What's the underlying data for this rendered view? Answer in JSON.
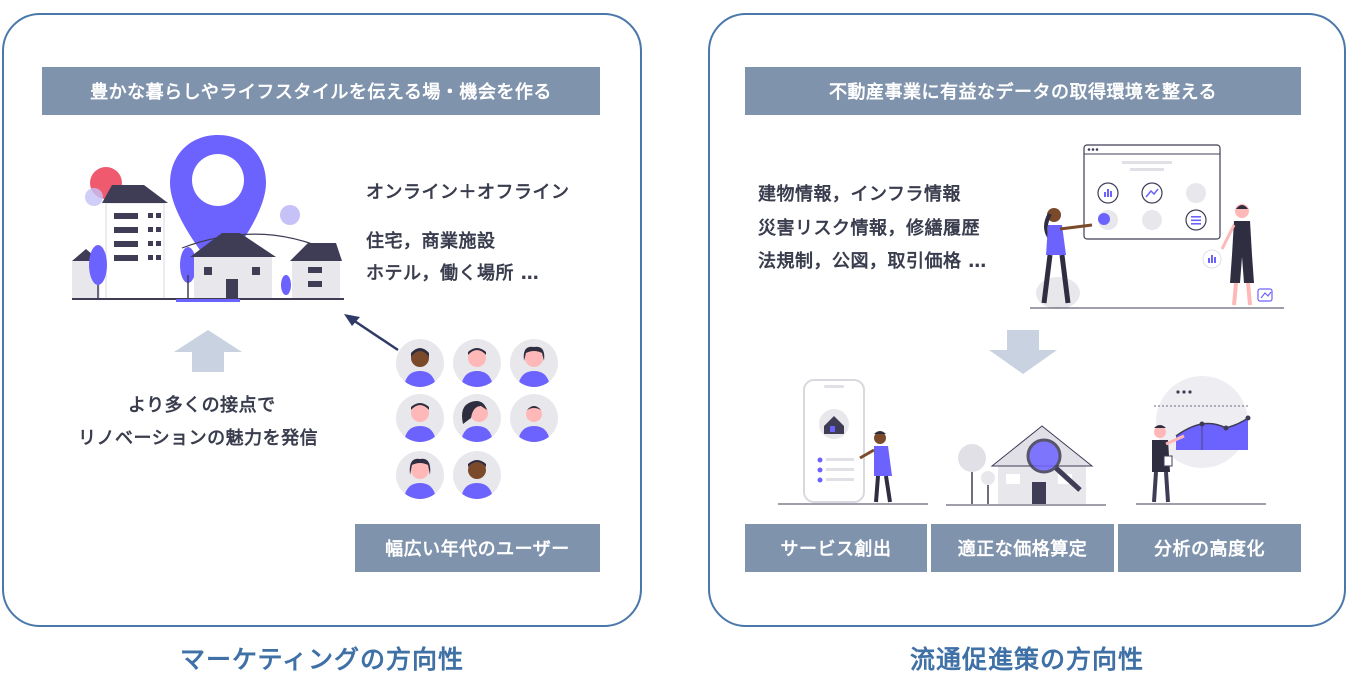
{
  "left": {
    "banner": "豊かな暮らしやライフスタイルを伝える場・機会を作る",
    "channels": "オンライン＋オフライン",
    "places_1": "住宅，商業施設",
    "places_2": "ホテル，働く場所 …",
    "message_1": "より多くの接点で",
    "message_2": "リノベーションの魅力を発信",
    "users_label": "幅広い年代のユーザー",
    "caption": "マーケティングの方向性"
  },
  "right": {
    "banner": "不動産事業に有益なデータの取得環境を整える",
    "data_1": "建物情報，インフラ情報",
    "data_2": "災害リスク情報，修繕履歴",
    "data_3": "法規制，公図，取引価格 …",
    "outcomes": [
      "サービス創出",
      "適正な価格算定",
      "分析の高度化"
    ],
    "caption": "流通促進策の方向性"
  },
  "colors": {
    "border": "#4a78aa",
    "banner": "#8093ad",
    "accent_purple": "#6c63ff",
    "dark": "#3f3d56",
    "caption": "#3f70a6",
    "arrow": "#c9d2e0"
  },
  "icons": [
    "location-pin-icon",
    "city-buildings-icon",
    "up-arrow-icon",
    "diagonal-arrow-icon",
    "user-avatar-icon",
    "dashboard-icon",
    "down-arrow-icon",
    "phone-house-icon",
    "house-magnifier-icon",
    "analytics-presenter-icon"
  ]
}
